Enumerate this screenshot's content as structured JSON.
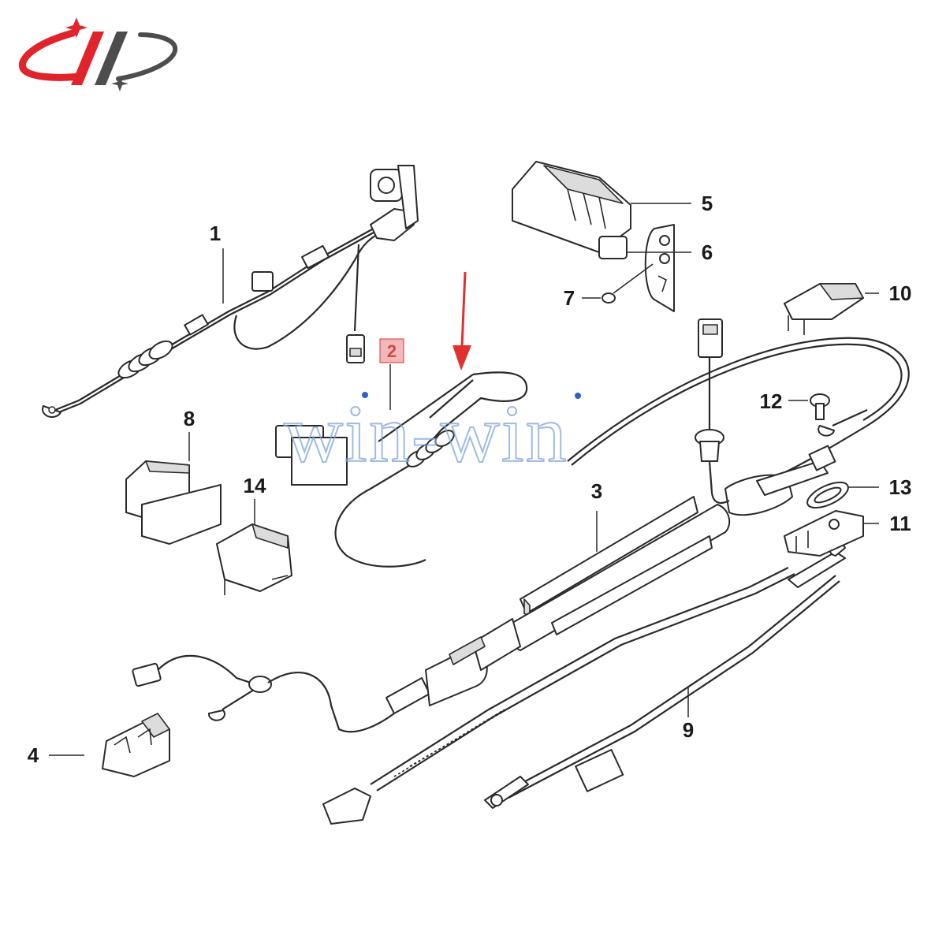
{
  "watermark": "win-win",
  "callouts": {
    "p1": "1",
    "p2": "2",
    "p3": "3",
    "p4": "4",
    "p5": "5",
    "p6": "6",
    "p7": "7",
    "p8": "8",
    "p9": "9",
    "p10": "10",
    "p11": "11",
    "p12": "12",
    "p13": "13",
    "p14": "14"
  },
  "colors": {
    "logo_red": "#e1232b",
    "logo_gray": "#4d4d4d",
    "arrow_red": "#e03030",
    "highlight_box": "#f2b8b8",
    "watermark": "#7fa4da"
  }
}
